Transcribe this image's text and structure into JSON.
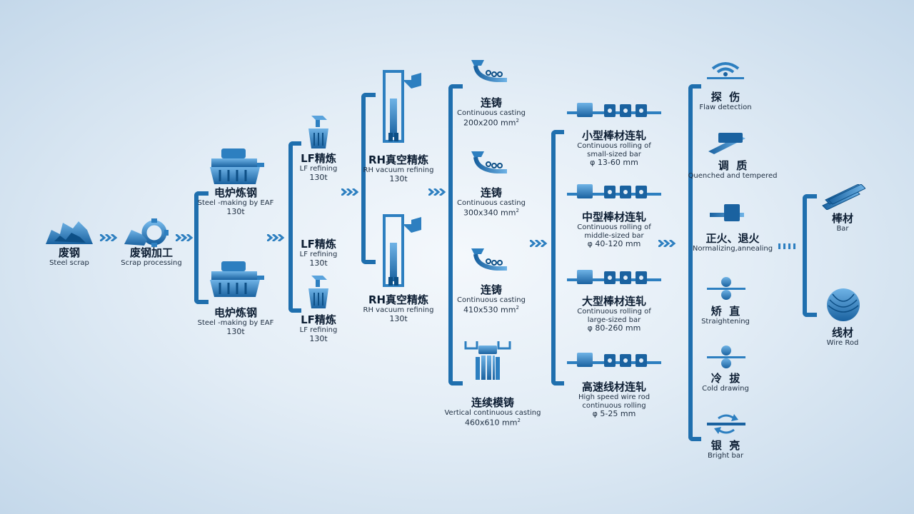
{
  "colors": {
    "primary": "#1f6fae",
    "light": "#5aa3dc",
    "dark": "#0d4f86"
  },
  "stages": {
    "scrap": {
      "zh": "废钢",
      "en": "Steel scrap",
      "icon": "scrap-pile-icon"
    },
    "processing": {
      "zh": "废钢加工",
      "en": "Scrap processing",
      "icon": "gear-icon"
    },
    "eaf1": {
      "zh": "电炉炼钢",
      "en": "Steel -making by EAF",
      "cap": "130t",
      "icon": "electric-furnace-icon"
    },
    "eaf2": {
      "zh": "电炉炼钢",
      "en": "Steel -making by EAF",
      "cap": "130t",
      "icon": "electric-furnace-icon"
    },
    "lf1": {
      "zh": "LF精炼",
      "en": "LF refining",
      "cap": "130t",
      "icon": "ladle-icon"
    },
    "lf2": {
      "zh": "LF精炼",
      "en": "LF refining",
      "cap": "130t",
      "icon": "ladle-icon"
    },
    "lf3": {
      "zh": "LF精炼",
      "en": "LF refining",
      "cap": "130t",
      "icon": "ladle-icon"
    },
    "rh1": {
      "zh": "RH真空精炼",
      "en": "RH vacuum refining",
      "cap": "130t",
      "icon": "vacuum-degasser-icon"
    },
    "rh2": {
      "zh": "RH真空精炼",
      "en": "RH vacuum refining",
      "cap": "130t",
      "icon": "vacuum-degasser-icon"
    },
    "cc1": {
      "zh": "连铸",
      "en": "Continuous casting",
      "size": "200x200 mm",
      "unit_sup": "2",
      "icon": "caster-icon"
    },
    "cc2": {
      "zh": "连铸",
      "en": "Continuous casting",
      "size": "300x340 mm",
      "unit_sup": "2",
      "icon": "caster-icon"
    },
    "cc3": {
      "zh": "连铸",
      "en": "Continuous casting",
      "size": "410x530 mm",
      "unit_sup": "2",
      "icon": "caster-icon"
    },
    "vcc": {
      "zh": "连续模铸",
      "en": "Vertical continuous casting",
      "size": "460x610 mm",
      "unit_sup": "2",
      "icon": "vertical-caster-icon"
    },
    "roll_small": {
      "zh": "小型棒材连轧",
      "en1": "Continuous rolling of",
      "en2": "small-sized bar",
      "range": "φ 13-60 mm",
      "icon": "rolling-mill-icon"
    },
    "roll_mid": {
      "zh": "中型棒材连轧",
      "en1": "Continuous rolling of",
      "en2": "middle-sized bar",
      "range": "φ 40-120 mm",
      "icon": "rolling-mill-icon"
    },
    "roll_large": {
      "zh": "大型棒材连轧",
      "en1": "Continuous rolling of",
      "en2": "large-sized bar",
      "range": "φ 80-260 mm",
      "icon": "rolling-mill-icon"
    },
    "roll_wire": {
      "zh": "高速线材连轧",
      "en1": "High speed wire rod",
      "en2": "continuous rolling",
      "range": "φ 5-25 mm",
      "icon": "rolling-mill-icon"
    },
    "flaw": {
      "zh": "探  伤",
      "en": "Flaw detection",
      "icon": "wifi-signal-icon"
    },
    "quench": {
      "zh": "调  质",
      "en": "Quenched and tempered",
      "icon": "quench-bar-icon"
    },
    "normal": {
      "zh": "正火、退火",
      "en": "Normalizing,annealing",
      "icon": "furnace-bar-icon"
    },
    "straight": {
      "zh": "矫  直",
      "en": "Straightening",
      "icon": "roller-pair-icon"
    },
    "cold": {
      "zh": "冷  拔",
      "en": "Cold drawing",
      "icon": "roller-pair-icon"
    },
    "bright": {
      "zh": "银  亮",
      "en": "Bright bar",
      "icon": "rotate-arrows-icon"
    },
    "bar": {
      "zh": "棒材",
      "en": "Bar",
      "icon": "bar-bundle-icon"
    },
    "wire": {
      "zh": "线材",
      "en": "Wire Rod",
      "icon": "wire-coil-icon"
    }
  }
}
